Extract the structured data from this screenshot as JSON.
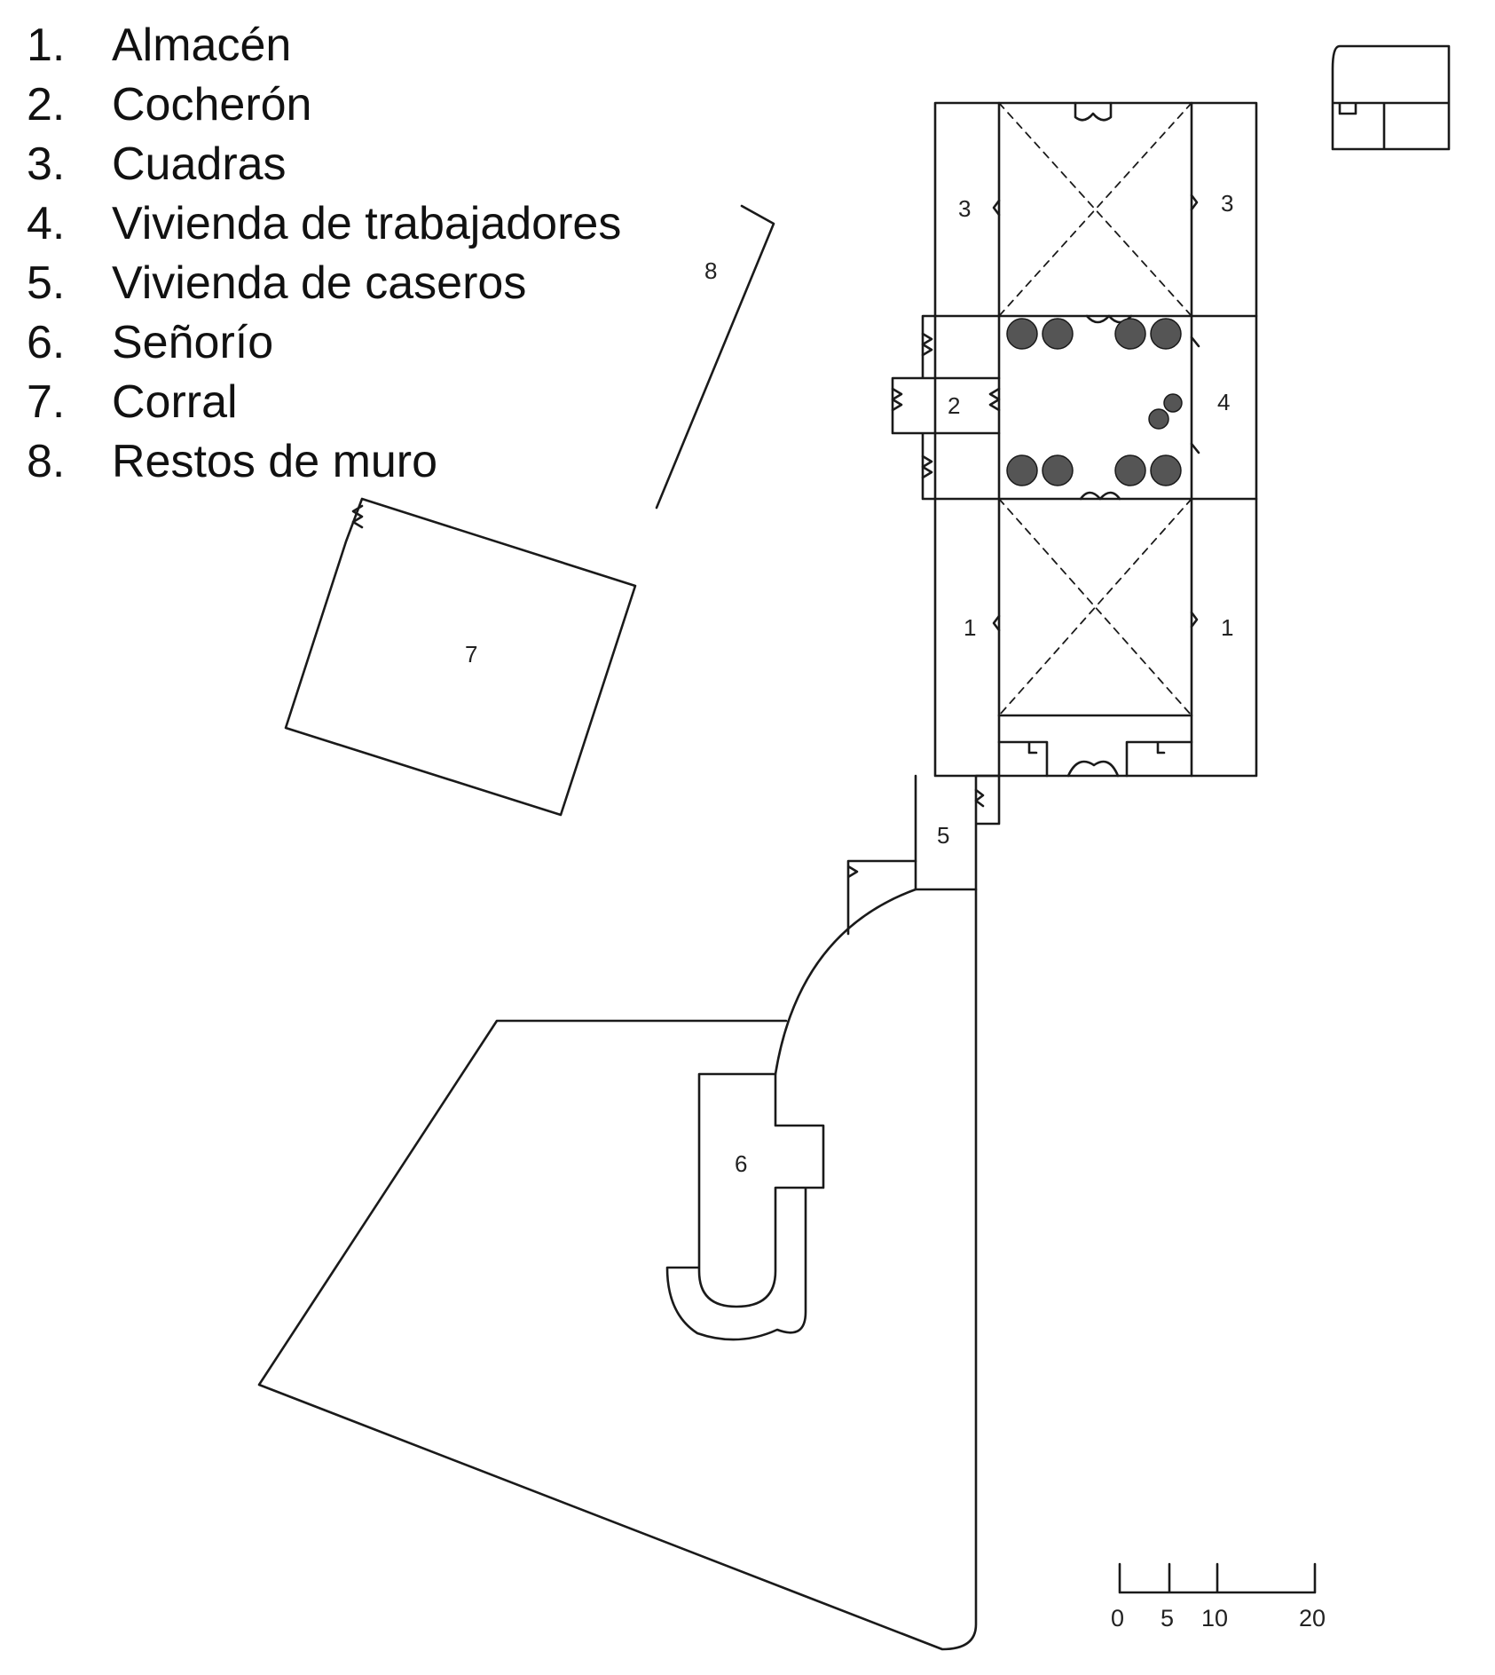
{
  "legend": [
    {
      "num": "1.",
      "label": "Almacén"
    },
    {
      "num": "2.",
      "label": "Cocherón"
    },
    {
      "num": "3.",
      "label": "Cuadras"
    },
    {
      "num": "4.",
      "label": "Vivienda de trabajadores"
    },
    {
      "num": "5.",
      "label": "Vivienda de caseros"
    },
    {
      "num": "6.",
      "label": "Señorío"
    },
    {
      "num": "7.",
      "label": "Corral"
    },
    {
      "num": "8.",
      "label": "Restos de muro"
    }
  ],
  "rooms": {
    "r1a": "1",
    "r1b": "1",
    "r2": "2",
    "r3a": "3",
    "r3b": "3",
    "r4": "4",
    "r5": "5",
    "r6": "6",
    "r7": "7",
    "r8": "8"
  },
  "scale_bar": [
    "0",
    "5",
    "10",
    "20"
  ],
  "colors": {
    "line": "#1a1a1a",
    "label": "#222222",
    "pillar": "#555555"
  }
}
